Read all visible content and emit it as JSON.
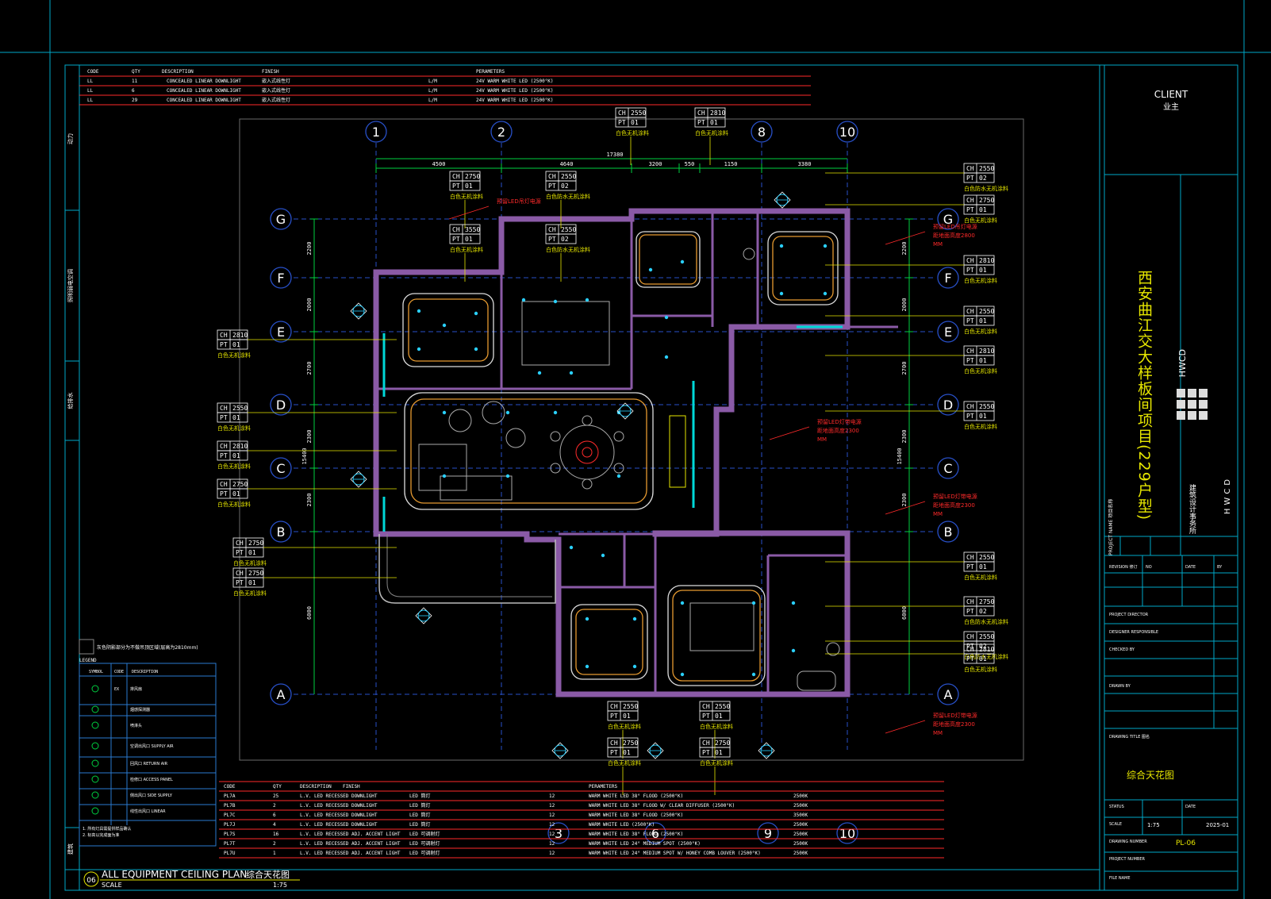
{
  "client": {
    "title": "CLIENT",
    "subtitle": "业主"
  },
  "project": {
    "name": "西安曲江交大样板间项目(229户型)",
    "firm": "HWCD",
    "firm_sub": "建筑设计事务所"
  },
  "drawing": {
    "name_cn": "综合天花图",
    "number": "PL-06",
    "scale": "1:75",
    "date": "2025-01"
  },
  "plan_title": {
    "number": "06",
    "en": "ALL EQUIPMENT CEILING PLAN",
    "cn": "综合天花图",
    "scale_label": "SCALE",
    "scale_value": "1:75"
  },
  "grid_cols": [
    "1",
    "2",
    "8",
    "10"
  ],
  "grid_rows": [
    "G",
    "F",
    "E",
    "D",
    "C",
    "B",
    "A"
  ],
  "bottom_grid_cols": [
    "3",
    "6",
    "9",
    "10"
  ],
  "dims_top": [
    "4500",
    "4640",
    "3200",
    "550",
    "1150",
    "3380"
  ],
  "dim_total": "17380",
  "dims_side": [
    "2200",
    "2000",
    "2700",
    "2300",
    "2300",
    "6000"
  ],
  "dim_side_total": "15400",
  "tags": [
    {
      "ch": "2810",
      "pt": "01",
      "note": "白色无机涂料"
    },
    {
      "ch": "2550",
      "pt": "01",
      "note": "白色无机涂料"
    },
    {
      "ch": "2750",
      "pt": "01",
      "note": "白色无机涂料"
    },
    {
      "ch": "2750",
      "pt": "01",
      "note": "白色无机涂料"
    },
    {
      "ch": "3550",
      "pt": "01",
      "note": "白色无机涂料"
    },
    {
      "ch": "2550",
      "pt": "02",
      "note": "白色防水无机涂料"
    },
    {
      "ch": "2550",
      "pt": "02",
      "note": "白色防水无机涂料"
    },
    {
      "ch": "2750",
      "pt": "01",
      "note": "白色无机涂料"
    },
    {
      "ch": "2810",
      "pt": "01",
      "note": "白色无机涂料"
    },
    {
      "ch": "2550",
      "pt": "01",
      "note": "白色无机涂料"
    },
    {
      "ch": "2550",
      "pt": "02",
      "note": "白色防水无机涂料"
    },
    {
      "ch": "2550",
      "pt": "01",
      "note": "白色无机涂料"
    },
    {
      "ch": "2810",
      "pt": "01",
      "note": "白色无机涂料"
    },
    {
      "ch": "2550",
      "pt": "01",
      "note": "白色无机涂料"
    },
    {
      "ch": "2810",
      "pt": "01",
      "note": "白色无机涂料"
    },
    {
      "ch": "2750",
      "pt": "01",
      "note": "白色无机涂料"
    },
    {
      "ch": "2750",
      "pt": "01",
      "note": "白色无机涂料"
    },
    {
      "ch": "2750",
      "pt": "02",
      "note": "白色防水无机涂料"
    },
    {
      "ch": "2550",
      "pt": "01",
      "note": "白色无机涂料"
    },
    {
      "ch": "2550",
      "pt": "02",
      "note": "白色防水无机涂料"
    },
    {
      "ch": "2810",
      "pt": "01",
      "note": "白色无机涂料"
    },
    {
      "ch": "2810",
      "pt": "01",
      "note": "白色无机涂料"
    },
    {
      "ch": "2550",
      "pt": "01",
      "note": "白色无机涂料"
    },
    {
      "ch": "2750",
      "pt": "01",
      "note": "白色无机涂料"
    },
    {
      "ch": "2550",
      "pt": "01",
      "note": "白色无机涂料"
    },
    {
      "ch": "2750",
      "pt": "01",
      "note": "白色无机涂料"
    }
  ],
  "top_schedule": {
    "headers": [
      "CODE",
      "QTY",
      "DESCRIPTION",
      "FINISH",
      "PERAMETERS"
    ],
    "rows": [
      [
        "LL",
        "11",
        "CONCEALED LINEAR DOWNLIGHT",
        "嵌入式线性灯",
        "L/M",
        "24V WARM WHITE LED (2500°K)"
      ],
      [
        "LL",
        "6",
        "CONCEALED LINEAR DOWNLIGHT",
        "嵌入式线性灯",
        "L/M",
        "24V WARM WHITE LED (2500°K)"
      ],
      [
        "LL",
        "29",
        "CONCEALED LINEAR DOWNLIGHT",
        "嵌入式线性灯",
        "L/M",
        "24V WARM WHITE LED (2500°K)"
      ]
    ]
  },
  "bottom_schedule": {
    "headers": [
      "CODE",
      "QTY",
      "DESCRIPTION",
      "FINISH",
      "PERAMETERS"
    ],
    "rows": [
      [
        "PL7A",
        "25",
        "L.V. LED RECESSED DOWNLIGHT",
        "LED 筒灯",
        "12",
        "WARM WHITE LED 38° FLOOD (2500°K)",
        "2500K"
      ],
      [
        "PL7B",
        "2",
        "L.V. LED RECESSED DOWNLIGHT",
        "LED 筒灯",
        "12",
        "WARM WHITE LED 38° FLOOD W/ CLEAR DIFFUSER (2500°K)",
        "2500K"
      ],
      [
        "PL7C",
        "6",
        "L.V. LED RECESSED DOWNLIGHT",
        "LED 筒灯",
        "12",
        "WARM WHITE LED 38° FLOOD (2500°K)",
        "3500K"
      ],
      [
        "PL7J",
        "4",
        "L.V. LED RECESSED DOWNLIGHT",
        "LED 筒灯",
        "12",
        "WARM WHITE LED (2500°K)",
        "2500K"
      ],
      [
        "PL7S",
        "16",
        "L.V. LED RECESSED ADJ. ACCENT LIGHT",
        "LED 可调射灯",
        "12",
        "WARM WHITE LED 38° FLOOD (2500°K)",
        "2500K"
      ],
      [
        "PL7T",
        "2",
        "L.V. LED RECESSED ADJ. ACCENT LIGHT",
        "LED 可调射灯",
        "12",
        "WARM WHITE LED 24° MEDIUM SPOT (2500°K)",
        "2500K"
      ],
      [
        "PL7U",
        "1",
        "L.V. LED RECESSED ADJ. ACCENT LIGHT",
        "LED 可调射灯",
        "12",
        "WARM WHITE LED 24° MEDIUM SPOT W/ HONEY COMB LOUVER (2500°K)",
        "2500K"
      ]
    ]
  },
  "legend": {
    "title": "LEGEND",
    "note": "灰色阴影部分为不做吊顶区域(层高为2810mm)",
    "headers": [
      "SYMBOL",
      "CODE",
      "DESCRIPTION"
    ],
    "items": [
      {
        "code": "EX",
        "desc": "排风扇"
      },
      {
        "code": "",
        "desc": "烟感探测器"
      },
      {
        "code": "",
        "desc": "喷淋头"
      },
      {
        "code": "",
        "desc": "空调出风口 SUPPLY AIR"
      },
      {
        "code": "",
        "desc": "回风口 RETURN AIR"
      },
      {
        "code": "",
        "desc": "检修口 ACCESS PANEL"
      },
      {
        "code": "",
        "desc": "侧出风口 SIDE SUPPLY"
      },
      {
        "code": "",
        "desc": "线性出风口 LINEAR"
      }
    ],
    "footnotes": [
      "1. 所有灯具需提供样品确认",
      "2. 标高以完成面为准"
    ]
  },
  "red_notes": [
    "预留LED吊灯电源",
    "预留LED吊灯电源 距地面高度2800 MM",
    "预留LED灯带电源 距地面高度2300 MM",
    "预留LED灯带电源 距地面高度2300 MM",
    "预留LED灯带电源 距地面高度2300 MM"
  ],
  "title_block": {
    "labels": [
      "PROJECT NAME 项目名称",
      "REVISION 修订",
      "NO",
      "DATE",
      "BY",
      "PROJECT DIRECTOR",
      "DESIGNER RESPONSIBLE",
      "CHECKED BY",
      "DRAWN BY",
      "DRAWING TITLE 图名",
      "STATUS",
      "SCALE",
      "DATE",
      "DRAWING NUMBER",
      "PROJECT NUMBER",
      "FILE NAME"
    ]
  },
  "margin_labels": [
    "动力",
    "照明弱电空调",
    "给排水",
    "暖通",
    "建筑"
  ],
  "colors": {
    "frame": "#00a8c8",
    "wall": "#8a5aa6",
    "grid": "#2850c8",
    "yellow": "#e6e600",
    "red": "#ff2a2a",
    "white": "#ffffff",
    "green": "#00d040"
  }
}
